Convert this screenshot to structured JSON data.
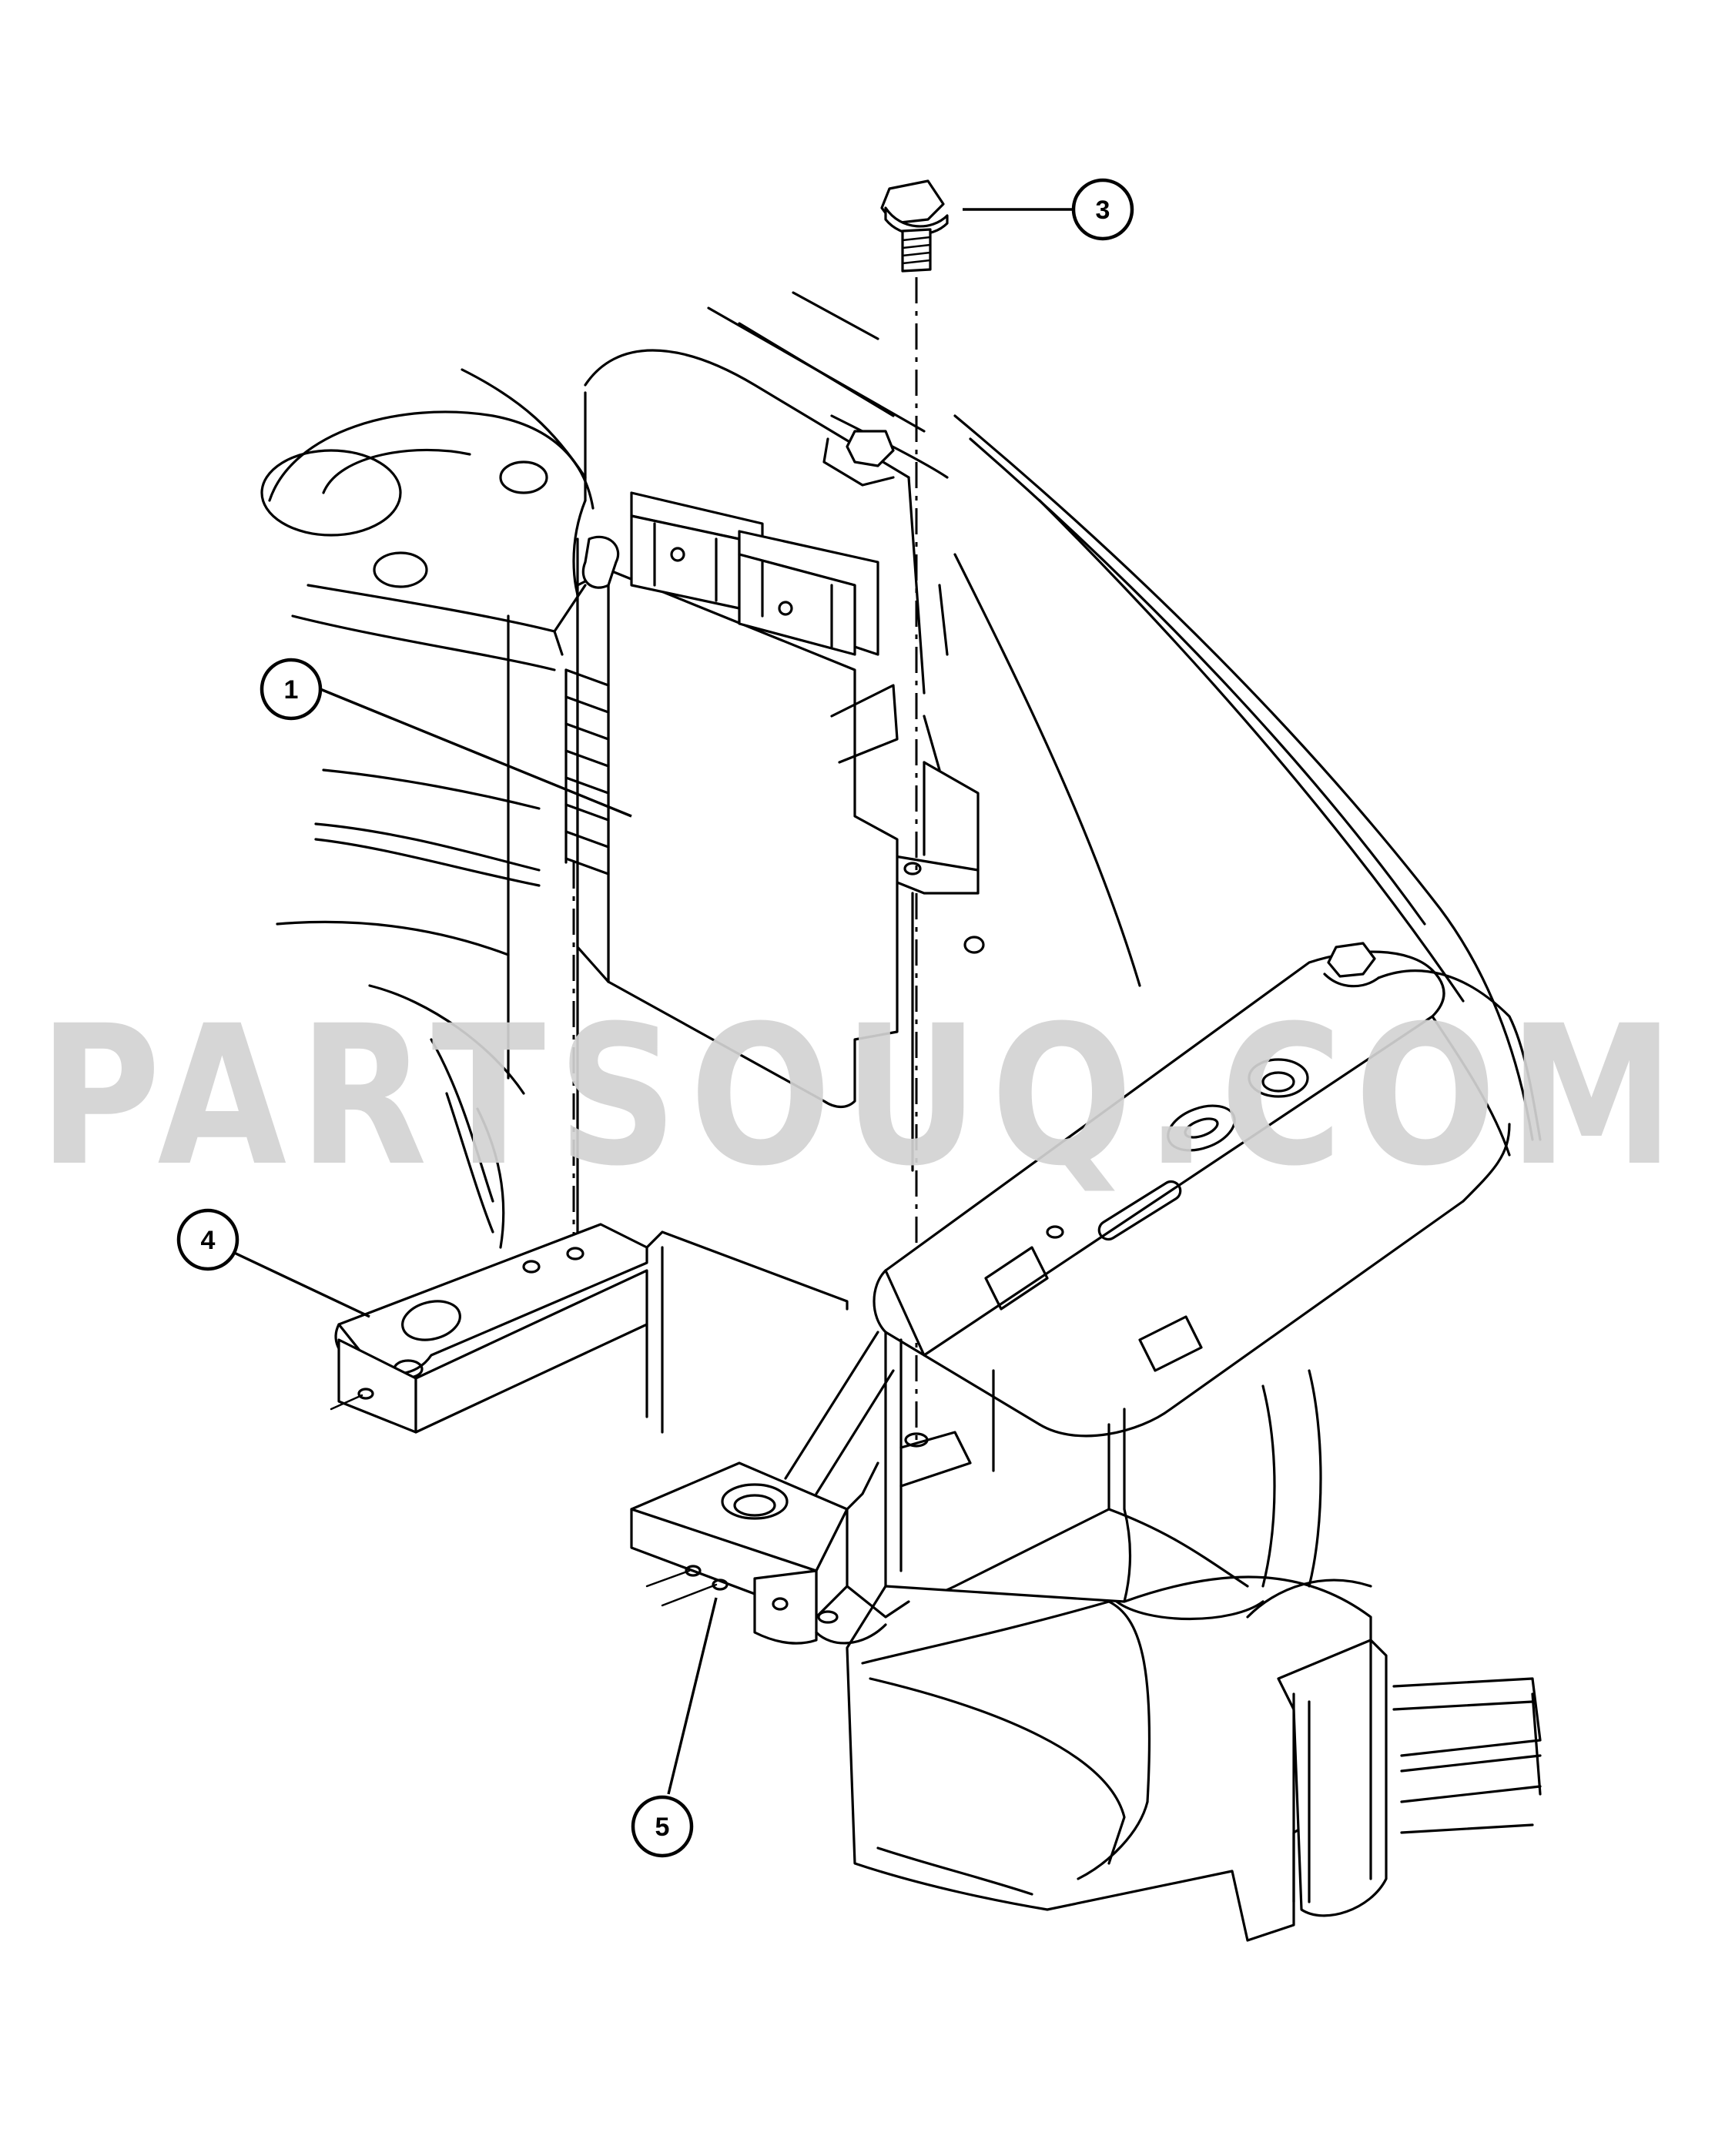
{
  "callouts": [
    {
      "label": "1"
    },
    {
      "label": "3"
    },
    {
      "label": "4"
    },
    {
      "label": "5"
    }
  ],
  "watermark": {
    "text": "PARTSOUQ.COM",
    "color": "#d2d2d2"
  },
  "colors": {
    "line": "#000000",
    "background": "#ffffff"
  }
}
